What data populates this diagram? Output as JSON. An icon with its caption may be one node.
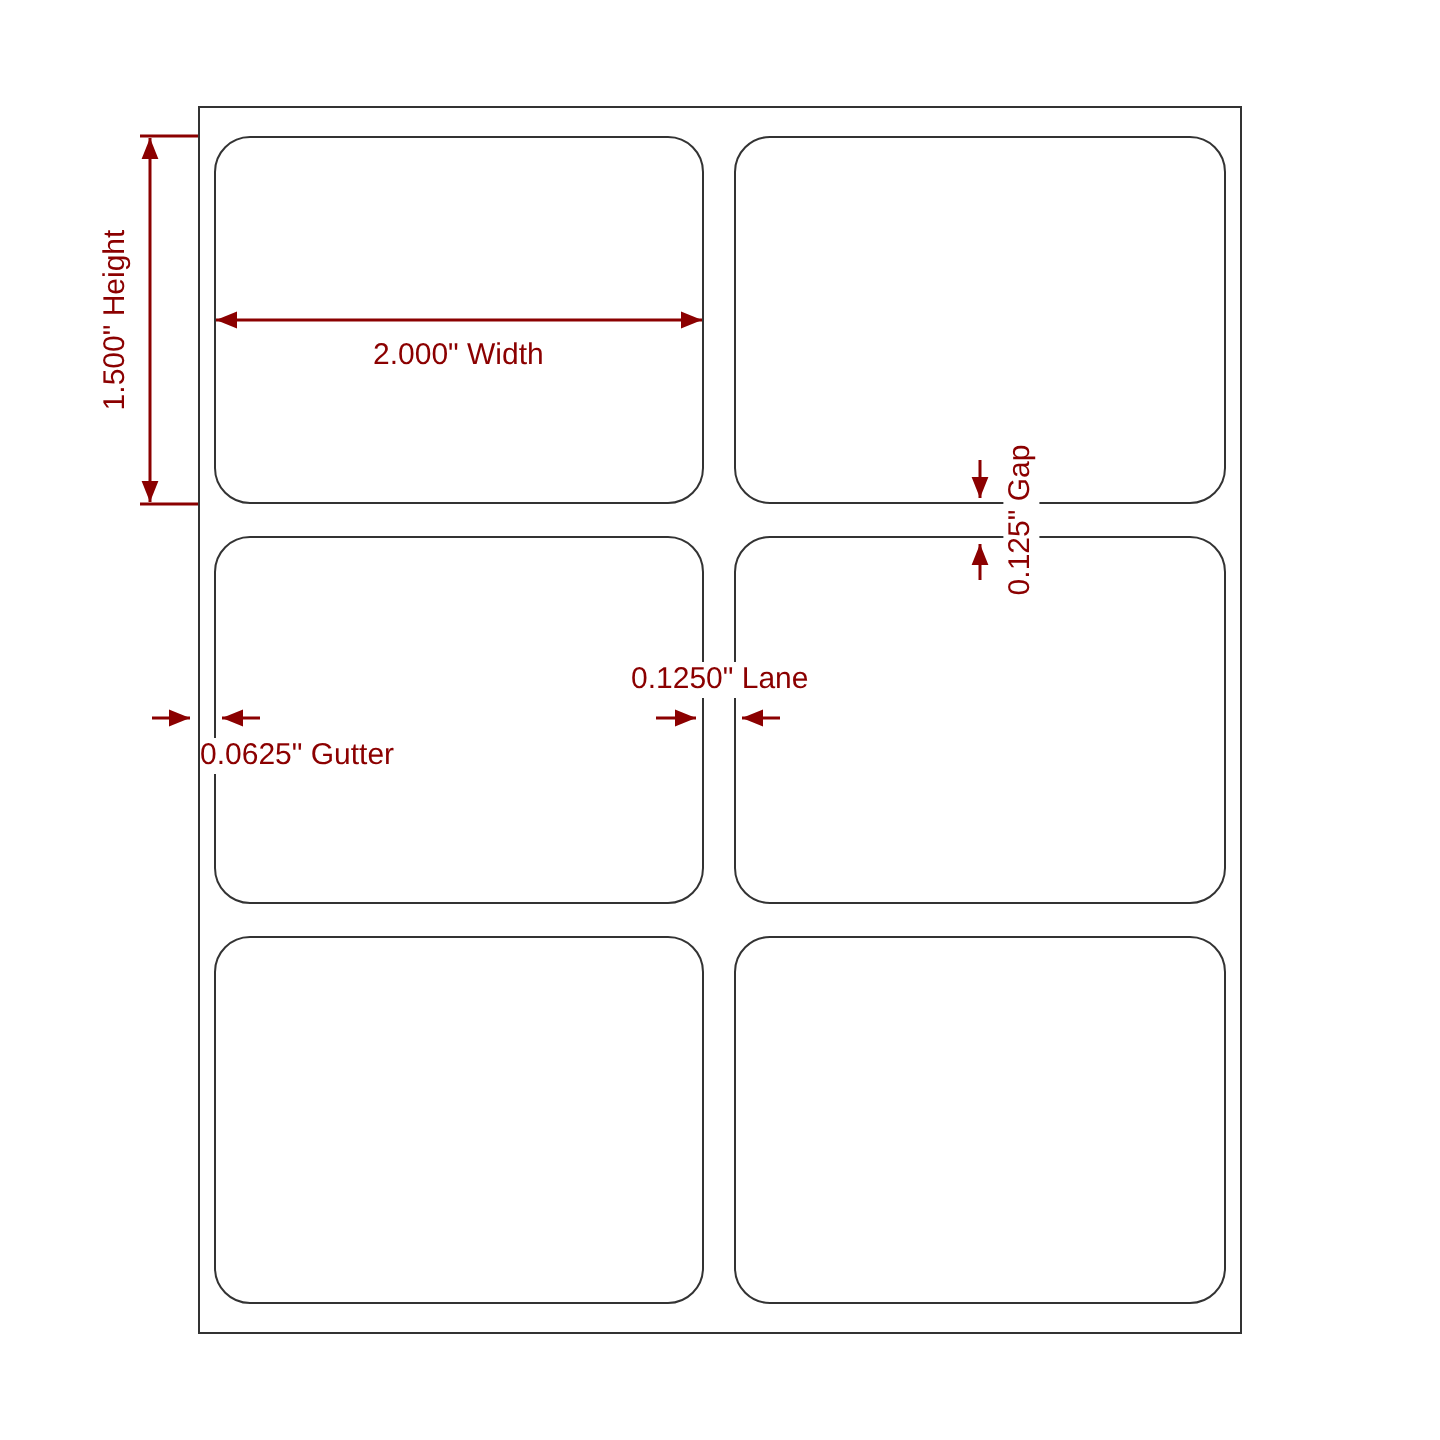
{
  "diagram": {
    "nodes": [
      {
        "text": [],
        "shape": "box"
      },
      {
        "text": [],
        "shape": "box",
        "in": 0
      },
      {
        "text": [],
        "shape": "box",
        "in": 0
      },
      {
        "text": [],
        "shape": "box",
        "in": 0
      },
      {
        "text": [],
        "shape": "box",
        "in": 0
      },
      {
        "text": [],
        "shape": "box",
        "in": 0
      },
      {
        "text": [],
        "shape": "box",
        "in": 0
      }
    ],
    "edges": [],
    "labels": [
      "1.500\" Height",
      "2.000\" Width",
      "0.125\" Gap",
      "0.1250\" Lane",
      "0.0625\" Gutter"
    ]
  }
}
